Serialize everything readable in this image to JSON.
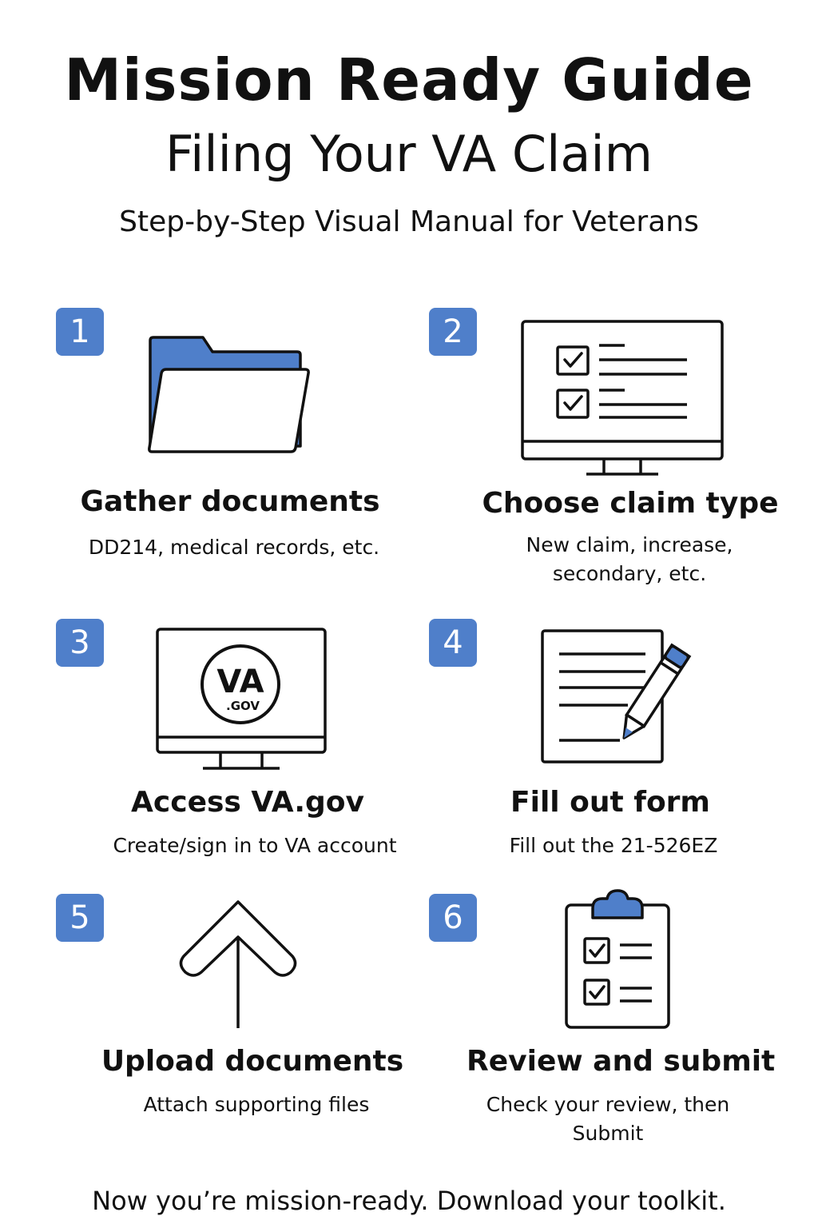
{
  "header": {
    "title": "Mission Ready Guide",
    "subtitle": "Filing Your VA Claim",
    "tagline": "Step-by-Step Visual Manual for Veterans"
  },
  "colors": {
    "accent": "#4f7fca",
    "text": "#111111",
    "background": "#ffffff"
  },
  "steps": [
    {
      "number": "1",
      "icon": "folder-icon",
      "title": "Gather documents",
      "desc": "DD214, medical records, etc."
    },
    {
      "number": "2",
      "icon": "checklist-monitor-icon",
      "title": "Choose claim type",
      "desc": "New claim, increase, secondary, etc."
    },
    {
      "number": "3",
      "icon": "va-monitor-icon",
      "title": "Access VA.gov",
      "desc": "Create/sign in to VA account",
      "icon_text_main": "VA",
      "icon_text_sub": ".GOV"
    },
    {
      "number": "4",
      "icon": "form-pencil-icon",
      "title": "Fill out form",
      "desc": "Fill out the 21-526EZ"
    },
    {
      "number": "5",
      "icon": "upload-arrow-icon",
      "title": "Upload documents",
      "desc": "Attach supporting files"
    },
    {
      "number": "6",
      "icon": "clipboard-checklist-icon",
      "title": "Review and submit",
      "desc": "Check your review, then Submit"
    }
  ],
  "footer": "Now you’re mission-ready. Download your toolkit."
}
